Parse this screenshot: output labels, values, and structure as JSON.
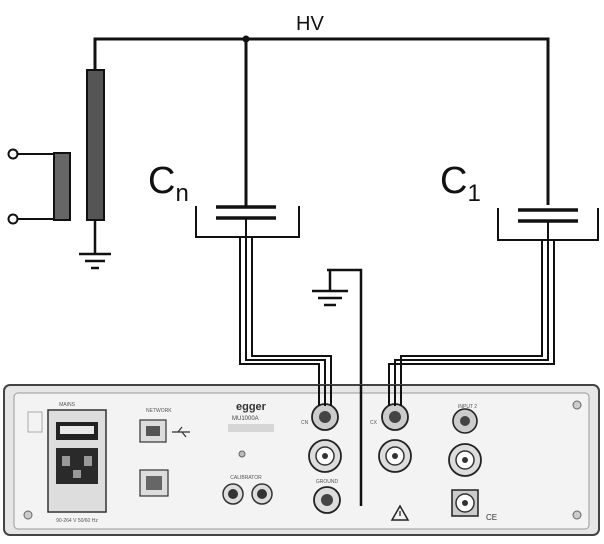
{
  "diagram": {
    "hv_label": "HV",
    "cn_label": "C",
    "cn_subscript": "n",
    "c1_label": "C",
    "c1_subscript": "1",
    "panel": {
      "mains_label": "MAINS",
      "network_label": "NETWORK",
      "brand": "egger",
      "model": "MU1000A",
      "cn_input_label": "CN",
      "cx_input_label": "CX",
      "input2_label": "INPUT 2",
      "ground_label": "GROUND",
      "calibrator_label": "CALIBRATOR",
      "voltage_spec": "90-264 V 50/60 Hz",
      "ce_mark": "CE"
    }
  }
}
